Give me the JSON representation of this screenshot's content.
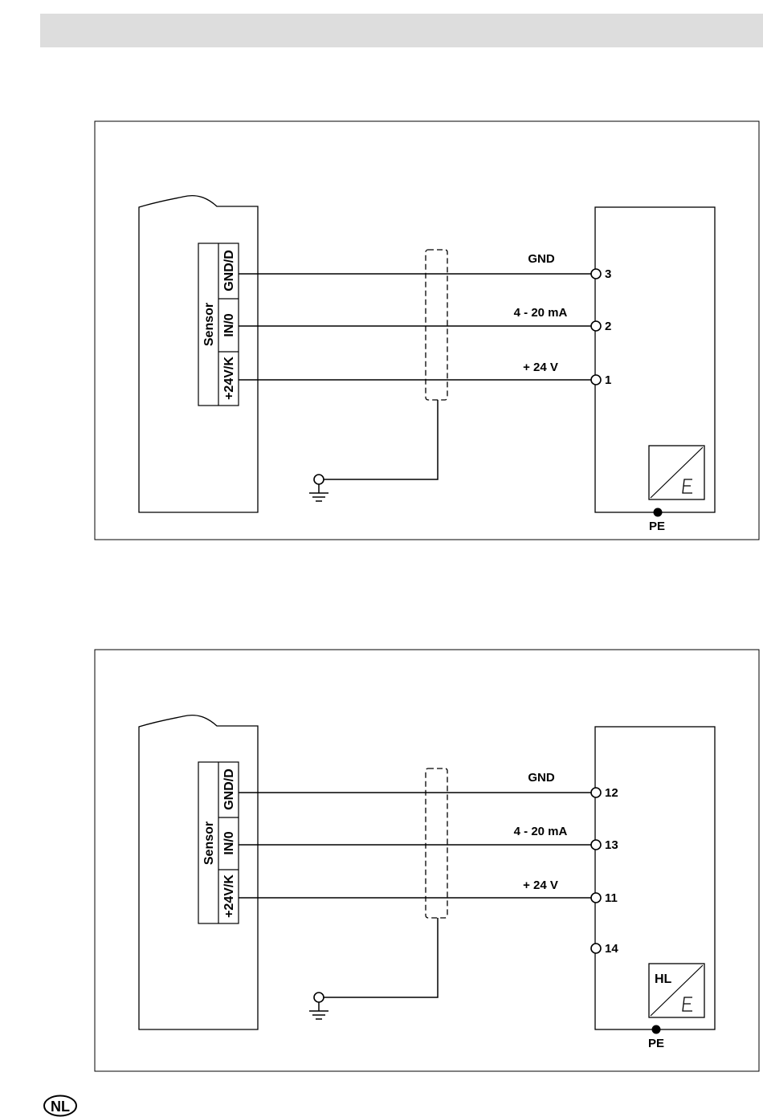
{
  "diagrams": [
    {
      "sensor": {
        "title": "Sensor",
        "pins": [
          "GND/D",
          "IN/0",
          "+24V/K"
        ]
      },
      "wires": [
        {
          "label": "GND",
          "terminal": "3"
        },
        {
          "label": "4 - 20 mA",
          "terminal": "2"
        },
        {
          "label": "+ 24 V",
          "terminal": "1"
        }
      ],
      "extra_terminal": "",
      "module_badge": "",
      "pe_label": "PE"
    },
    {
      "sensor": {
        "title": "Sensor",
        "pins": [
          "GND/D",
          "IN/0",
          "+24V/K"
        ]
      },
      "wires": [
        {
          "label": "GND",
          "terminal": "12"
        },
        {
          "label": "4 - 20 mA",
          "terminal": "13"
        },
        {
          "label": "+ 24 V",
          "terminal": "11"
        }
      ],
      "extra_terminal": "14",
      "module_badge": "HL",
      "pe_label": "PE"
    }
  ],
  "footer": {
    "language_badge": "NL"
  }
}
